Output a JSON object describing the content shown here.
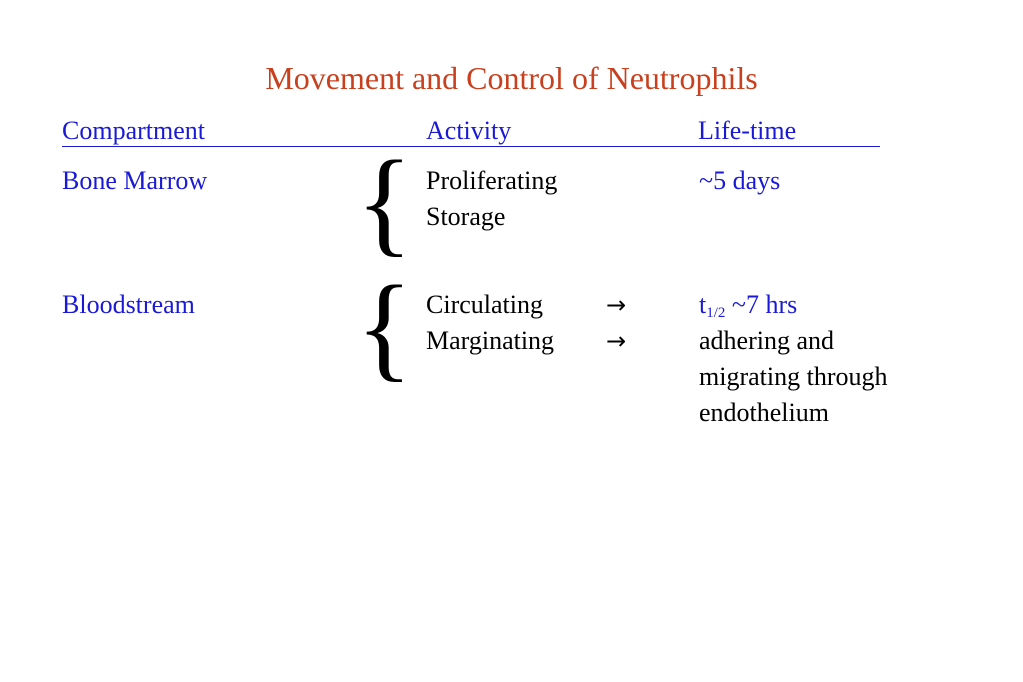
{
  "slide": {
    "title": "Movement and Control of Neutrophils",
    "headers": {
      "compartment": "Compartment",
      "activity": "Activity",
      "lifetime": "Life-time"
    },
    "rows": [
      {
        "compartment": "Bone Marrow",
        "activities": [
          {
            "label": "Proliferating",
            "arrow": ""
          },
          {
            "label": "Storage",
            "arrow": ""
          }
        ],
        "lifetime": [
          "~5 days"
        ]
      },
      {
        "compartment": "Bloodstream",
        "activities": [
          {
            "label": "Circulating",
            "arrow": "→"
          },
          {
            "label": "Marginating",
            "arrow": "→"
          }
        ],
        "lifetime_first": {
          "prefix": "t",
          "subscript": "1/2",
          "suffix": " ~7 hrs"
        },
        "lifetime": [
          "adhering and",
          "migrating through",
          "endothelium"
        ]
      }
    ]
  },
  "colors": {
    "title": "#c8401e",
    "accent": "#1a1ad6",
    "text": "#000000"
  }
}
